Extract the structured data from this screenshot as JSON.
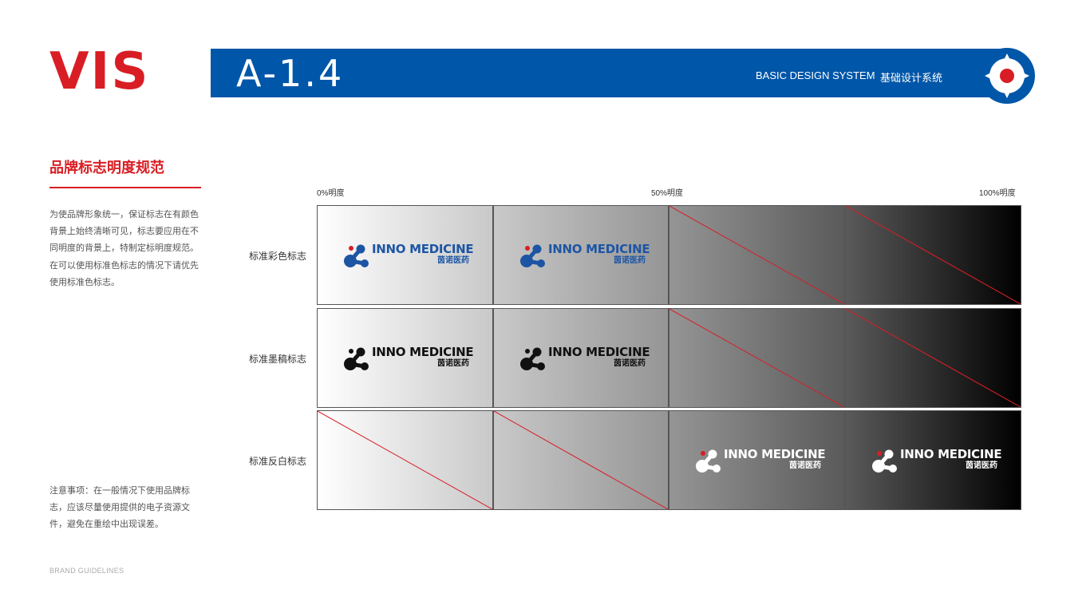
{
  "header": {
    "vis": "VIS",
    "code": "A-1.4",
    "system_en": "BASIC DESIGN SYSTEM",
    "system_cn": "基础设计系统",
    "brand_blue": "#0056a8",
    "brand_red": "#d81e24"
  },
  "section": {
    "title": "品牌标志明度规范",
    "desc1": "为使品牌形象统一，保证标志在有颜色背景上始终清晰可见，标志要应用在不同明度的背景上，特制定标明度规范。",
    "desc2": "在可以使用标准色标志的情况下请优先使用标准色标志。",
    "note": "注意事项：在一般情况下使用品牌标志，应该尽量使用提供的电子资源文件，避免在重绘中出现误差。"
  },
  "footer": "BRAND GUIDELINES",
  "axis": {
    "start": "0%明度",
    "mid": "50%明度",
    "end": "100%明度"
  },
  "rows": [
    {
      "label": "标准彩色标志",
      "variant": "color",
      "allowed": [
        true,
        true,
        false,
        false
      ]
    },
    {
      "label": "标准墨稿标志",
      "variant": "black",
      "allowed": [
        true,
        true,
        false,
        false
      ]
    },
    {
      "label": "标准反白标志",
      "variant": "white",
      "allowed": [
        false,
        false,
        true,
        true
      ]
    }
  ],
  "logo": {
    "en": "INNO MEDICINE",
    "cn": "茵诺医药"
  }
}
